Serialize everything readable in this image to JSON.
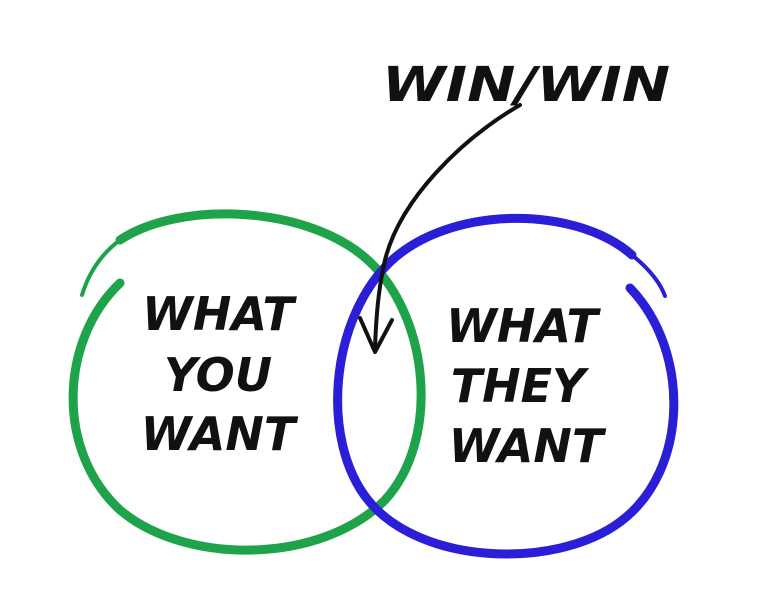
{
  "diagram": {
    "callout": {
      "label": "WIN/WIN"
    },
    "left_circle": {
      "lines": [
        "WHAT",
        "YOU",
        "WANT"
      ],
      "color": "#1fa34a"
    },
    "right_circle": {
      "lines": [
        "WHAT",
        "THEY",
        "WANT"
      ],
      "color": "#2a1fd6"
    },
    "arrow_color": "#111111"
  }
}
